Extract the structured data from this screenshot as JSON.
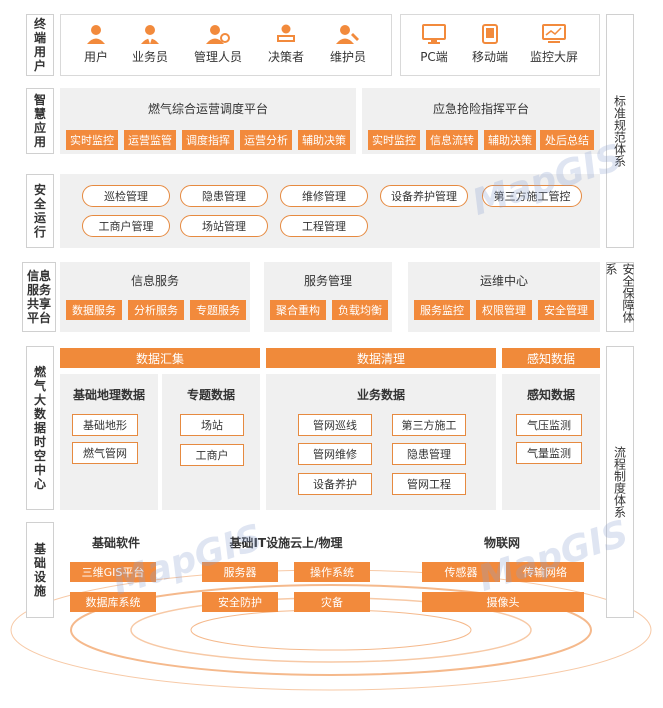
{
  "layers": {
    "terminal_users": "终端用户",
    "smart_app": "智慧应用",
    "safe_ops": "安全运行",
    "info_service": "信息服务共享平台",
    "bigdata": "燃气大数据时空中心",
    "infra": "基础设施"
  },
  "right_labels": {
    "standards": "标准规范体系",
    "security": "安全保障体系",
    "process": "流程制度体系"
  },
  "users": [
    "用户",
    "业务员",
    "管理人员",
    "决策者",
    "维护员"
  ],
  "devices": [
    "PC端",
    "移动端",
    "监控大屏"
  ],
  "smart_app": {
    "left_title": "燃气综合运营调度平台",
    "left_items": [
      "实时监控",
      "运营监管",
      "调度指挥",
      "运营分析",
      "辅助决策"
    ],
    "right_title": "应急抢险指挥平台",
    "right_items": [
      "实时监控",
      "信息流转",
      "辅助决策",
      "处后总结"
    ]
  },
  "safe_ops": {
    "row1": [
      "巡检管理",
      "隐患管理",
      "维修管理",
      "设备养护管理",
      "第三方施工管控"
    ],
    "row2": [
      "工商户管理",
      "场站管理",
      "工程管理"
    ]
  },
  "info_service": {
    "groups": [
      {
        "title": "信息服务",
        "items": [
          "数据服务",
          "分析服务",
          "专题服务"
        ]
      },
      {
        "title": "服务管理",
        "items": [
          "聚合重构",
          "负载均衡"
        ]
      },
      {
        "title": "运维中心",
        "items": [
          "服务监控",
          "权限管理",
          "安全管理"
        ]
      }
    ]
  },
  "bigdata": {
    "bars": [
      "数据汇集",
      "数据清理",
      "感知数据"
    ],
    "geo": {
      "title": "基础地理数据",
      "items": [
        "基础地形",
        "燃气管网"
      ]
    },
    "topic": {
      "title": "专题数据",
      "items": [
        "场站",
        "工商户"
      ]
    },
    "biz": {
      "title": "业务数据",
      "items": [
        "管网巡线",
        "第三方施工",
        "管网维修",
        "隐患管理",
        "设备养护",
        "管网工程"
      ]
    },
    "sense": {
      "title": "感知数据",
      "items": [
        "气压监测",
        "气量监测"
      ]
    }
  },
  "infra": {
    "software": {
      "title": "基础软件",
      "items": [
        "三维GIS平台",
        "数据库系统"
      ]
    },
    "it": {
      "title": "基础IT设施云上/物理",
      "items": [
        "服务器",
        "操作系统",
        "安全防护",
        "灾备"
      ]
    },
    "iot": {
      "title": "物联网",
      "items": [
        "传感器",
        "传输网络",
        "摄像头"
      ]
    }
  },
  "watermark": "MapGIS",
  "colors": {
    "accent": "#f28a3c",
    "panel": "#f0f0f0"
  }
}
